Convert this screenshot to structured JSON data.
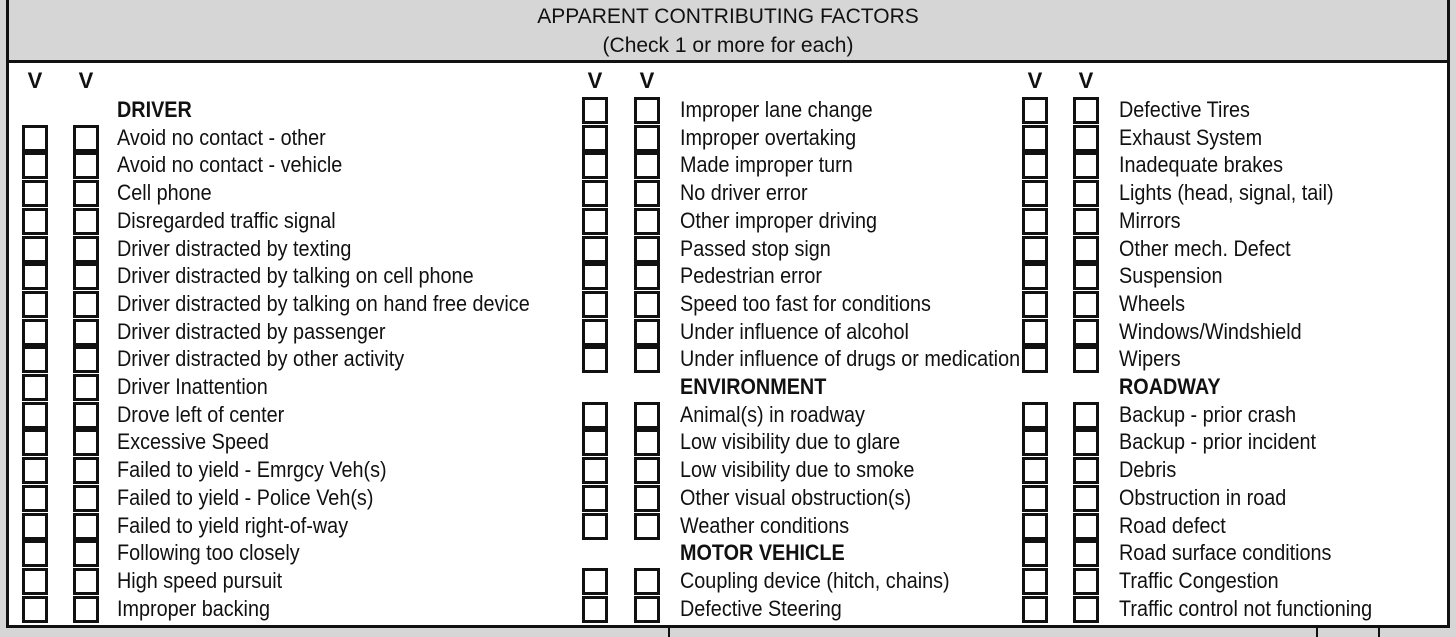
{
  "header": {
    "title": "APPARENT CONTRIBUTING FACTORS",
    "subtitle": "(Check 1 or more for each)"
  },
  "column_marker": "V",
  "columns": [
    {
      "rows": [
        {
          "label": "DRIVER",
          "heading": true
        },
        {
          "label": "Avoid no contact - other"
        },
        {
          "label": "Avoid no contact - vehicle"
        },
        {
          "label": "Cell phone"
        },
        {
          "label": "Disregarded traffic signal"
        },
        {
          "label": "Driver distracted by texting"
        },
        {
          "label": "Driver distracted by talking on cell phone"
        },
        {
          "label": "Driver distracted by talking on hand free device"
        },
        {
          "label": "Driver distracted by passenger"
        },
        {
          "label": "Driver distracted by other activity"
        },
        {
          "label": "Driver Inattention"
        },
        {
          "label": "Drove left of center"
        },
        {
          "label": "Excessive Speed"
        },
        {
          "label": "Failed to yield - Emrgcy Veh(s)"
        },
        {
          "label": "Failed to yield - Police Veh(s)"
        },
        {
          "label": "Failed to yield right-of-way"
        },
        {
          "label": "Following too closely"
        },
        {
          "label": "High speed pursuit"
        },
        {
          "label": "Improper backing"
        }
      ]
    },
    {
      "rows": [
        {
          "label": "Improper lane change"
        },
        {
          "label": "Improper overtaking"
        },
        {
          "label": "Made improper turn"
        },
        {
          "label": "No driver error"
        },
        {
          "label": "Other improper driving"
        },
        {
          "label": "Passed stop sign"
        },
        {
          "label": "Pedestrian error"
        },
        {
          "label": "Speed too fast for conditions"
        },
        {
          "label": "Under influence of alcohol"
        },
        {
          "label": "Under influence of drugs or medication"
        },
        {
          "label": "ENVIRONMENT",
          "heading": true
        },
        {
          "label": "Animal(s) in roadway"
        },
        {
          "label": "Low visibility due to glare"
        },
        {
          "label": "Low visibility due to smoke"
        },
        {
          "label": "Other visual obstruction(s)"
        },
        {
          "label": "Weather conditions"
        },
        {
          "label": "MOTOR VEHICLE",
          "heading": true
        },
        {
          "label": "Coupling device (hitch, chains)"
        },
        {
          "label": "Defective Steering"
        }
      ]
    },
    {
      "rows": [
        {
          "label": "Defective Tires"
        },
        {
          "label": "Exhaust System"
        },
        {
          "label": "Inadequate brakes"
        },
        {
          "label": "Lights (head, signal, tail)"
        },
        {
          "label": "Mirrors"
        },
        {
          "label": "Other mech. Defect"
        },
        {
          "label": "Suspension"
        },
        {
          "label": "Wheels"
        },
        {
          "label": "Windows/Windshield"
        },
        {
          "label": "Wipers"
        },
        {
          "label": "ROADWAY",
          "heading": true
        },
        {
          "label": "Backup - prior crash"
        },
        {
          "label": "Backup - prior incident"
        },
        {
          "label": "Debris"
        },
        {
          "label": "Obstruction in road"
        },
        {
          "label": "Road defect"
        },
        {
          "label": "Road surface conditions"
        },
        {
          "label": "Traffic Congestion"
        },
        {
          "label": "Traffic control not functioning"
        }
      ]
    }
  ]
}
